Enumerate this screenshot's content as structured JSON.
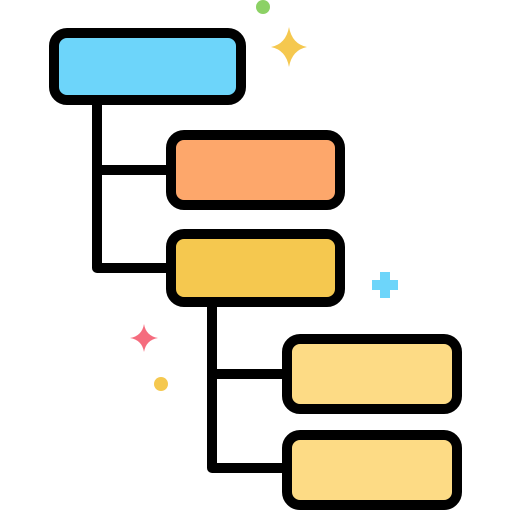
{
  "diagram": {
    "kind": "hierarchy-tree-icon",
    "nodes": [
      {
        "id": "root",
        "level": 0,
        "parent": null,
        "fill": "#6DD5FA",
        "icon": "root-node"
      },
      {
        "id": "child-a",
        "level": 1,
        "parent": "root",
        "fill": "#FDA76B",
        "icon": "child-node"
      },
      {
        "id": "child-b",
        "level": 1,
        "parent": "root",
        "fill": "#F5C84F",
        "icon": "child-node"
      },
      {
        "id": "leaf-a",
        "level": 2,
        "parent": "child-b",
        "fill": "#FDDB85",
        "icon": "leaf-node"
      },
      {
        "id": "leaf-b",
        "level": 2,
        "parent": "child-b",
        "fill": "#FDDB85",
        "icon": "leaf-node"
      }
    ],
    "stroke_color": "#000000"
  },
  "decorations": [
    {
      "name": "sparkle-gold-icon",
      "color": "#F5C84F"
    },
    {
      "name": "dot-green-icon",
      "color": "#8CD165"
    },
    {
      "name": "plus-blue-icon",
      "color": "#6DD5FA"
    },
    {
      "name": "sparkle-pink-icon",
      "color": "#F56C7E"
    },
    {
      "name": "dot-yellow-icon",
      "color": "#F5C84F"
    }
  ]
}
